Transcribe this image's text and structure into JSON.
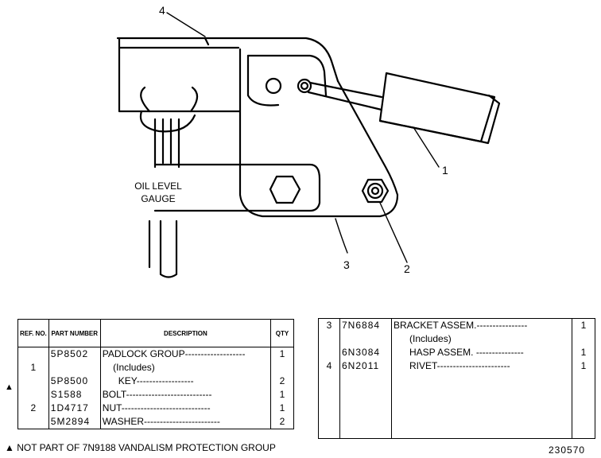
{
  "diagram": {
    "callouts": [
      "4",
      "1",
      "3",
      "2"
    ],
    "gauge_label_line1": "OIL LEVEL",
    "gauge_label_line2": "GAUGE"
  },
  "left_table": {
    "headers": {
      "ref": "REF. NO.",
      "part": "PART NUMBER",
      "desc": "DESCRIPTION",
      "qty": "QTY"
    },
    "rows": [
      {
        "ref": "",
        "part": "5P8502",
        "desc": "PADLOCK GROUP-------------------",
        "qty": "1"
      },
      {
        "ref": "1",
        "part": "",
        "desc": "    (Includes)",
        "qty": ""
      },
      {
        "ref": "",
        "part": "5P8500",
        "desc": "      KEY------------------",
        "qty": "2"
      },
      {
        "ref": "",
        "part": "S1588",
        "desc": "BOLT---------------------------",
        "qty": "1"
      },
      {
        "ref": "2",
        "part": "1D4717",
        "desc": "NUT----------------------------",
        "qty": "1"
      },
      {
        "ref": "",
        "part": "5M2894",
        "desc": "WASHER------------------------",
        "qty": "2"
      }
    ]
  },
  "right_table": {
    "rows": [
      {
        "ref": "3",
        "part": "7N6884",
        "desc": "BRACKET ASSEM.----------------",
        "qty": "1"
      },
      {
        "ref": "",
        "part": "",
        "desc": "      (Includes)",
        "qty": ""
      },
      {
        "ref": "",
        "part": "6N3084",
        "desc": "      HASP ASSEM. ---------------",
        "qty": "1"
      },
      {
        "ref": "4",
        "part": "6N2011",
        "desc": "      RIVET-----------------------",
        "qty": "1"
      }
    ]
  },
  "footnote": "▲ NOT PART OF 7N9188 VANDALISM PROTECTION GROUP",
  "marker": "▲",
  "figure_number": "230570"
}
